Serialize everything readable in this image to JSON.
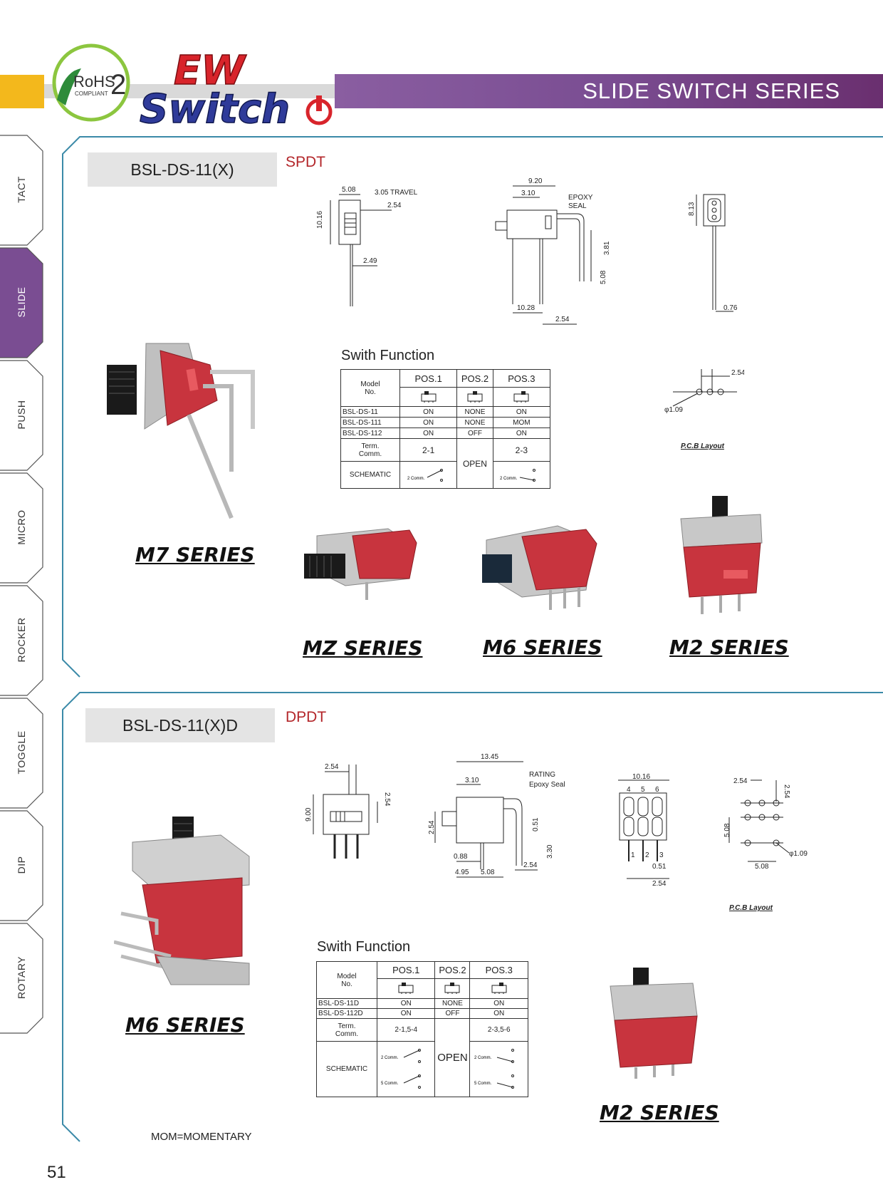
{
  "header": {
    "title": "SLIDE SWITCH  SERIES",
    "rohs_text": "RoHS",
    "rohs_number": "2",
    "rohs_sub": "COMPLIANT",
    "logo_top": "EW",
    "logo_bottom": "Switch"
  },
  "tabs": [
    {
      "label": "TACT",
      "active": false
    },
    {
      "label": "SLIDE",
      "active": true
    },
    {
      "label": "PUSH",
      "active": false
    },
    {
      "label": "MICRO",
      "active": false
    },
    {
      "label": "ROCKER",
      "active": false
    },
    {
      "label": "TOGGLE",
      "active": false
    },
    {
      "label": "DIP",
      "active": false
    },
    {
      "label": "ROTARY",
      "active": false
    }
  ],
  "colors": {
    "accent_purple": "#7a4d92",
    "accent_yellow": "#f3b81c",
    "frame_teal": "#3b8aa8",
    "switch_red": "#c8343e",
    "type_red": "#b3262a"
  },
  "section1": {
    "model": "BSL-DS-11(X)",
    "type": "SPDT",
    "dims_front": {
      "width": "5.08",
      "travel": "3.05 TRAVEL",
      "pitch": "2.54",
      "height": "10.16",
      "pin": "2.49"
    },
    "dims_side": {
      "top": "9.20",
      "inner": "3.10",
      "epoxy": "EPOXY",
      "seal": "SEAL",
      "h1": "3.81",
      "h2": "5.08",
      "bottom": "10.28",
      "pin": "2.54"
    },
    "dims_end": {
      "height": "8.13",
      "pin": "0.76"
    },
    "func_title": "Swith Function",
    "table": {
      "model_header": "Model\nNo.",
      "positions": [
        "POS.1",
        "POS.2",
        "POS.3"
      ],
      "rows": [
        {
          "model": "BSL-DS-11",
          "values": [
            "ON",
            "NONE",
            "ON"
          ]
        },
        {
          "model": "BSL-DS-111",
          "values": [
            "ON",
            "NONE",
            "MOM"
          ]
        },
        {
          "model": "BSL-DS-112",
          "values": [
            "ON",
            "OFF",
            "ON"
          ]
        }
      ],
      "term_label": "Term.\nComm.",
      "term_values": [
        "2-1",
        "OPEN",
        "2-3"
      ],
      "schematic_label": "SCHEMATIC",
      "schematic_comm": "2 Comm."
    },
    "pcb": {
      "pitch": "2.54",
      "hole": "φ1.09",
      "label": "P.C.B Layout"
    },
    "series": [
      "M7 SERIES",
      "MZ SERIES",
      "M6 SERIES",
      "M2 SERIES"
    ]
  },
  "section2": {
    "model": "BSL-DS-11(X)D",
    "type": "DPDT",
    "dims_front": {
      "width": "2.54",
      "pitch": "2.54",
      "height": "9.00"
    },
    "dims_side": {
      "top": "13.45",
      "inner": "3.10",
      "rating": "RATING",
      "epoxy": "Epoxy Seal",
      "left": "2.54",
      "h1": "0.51",
      "h2": "3.30",
      "b1": "0.88",
      "b2": "4.95",
      "b3": "5.08",
      "pin": "2.54"
    },
    "dims_end": {
      "width": "10.16",
      "p1": "0.51",
      "p2": "2.54",
      "pins_top": [
        "4",
        "5",
        "6"
      ],
      "pins_bottom": [
        "1",
        "2",
        "3"
      ]
    },
    "pcb": {
      "pitch_h": "2.54",
      "pitch_v": "2.54",
      "height": "5.08",
      "width": "5.08",
      "hole": "φ1.09",
      "label": "P.C.B Layout"
    },
    "func_title": "Swith Function",
    "table": {
      "model_header": "Model\nNo.",
      "positions": [
        "POS.1",
        "POS.2",
        "POS.3"
      ],
      "rows": [
        {
          "model": "BSL-DS-11D",
          "values": [
            "ON",
            "NONE",
            "ON"
          ]
        },
        {
          "model": "BSL-DS-112D",
          "values": [
            "ON",
            "OFF",
            "ON"
          ]
        }
      ],
      "term_label": "Term.\nComm.",
      "term_values": [
        "2-1,5-4",
        "OPEN",
        "2-3,5-6"
      ],
      "schematic_label": "SCHEMATIC",
      "schematic_comm1": "2 Comm.",
      "schematic_comm2": "5 Comm."
    },
    "series": [
      "M6 SERIES",
      "M2 SERIES"
    ],
    "note": "MOM=MOMENTARY"
  },
  "page_number": "51"
}
